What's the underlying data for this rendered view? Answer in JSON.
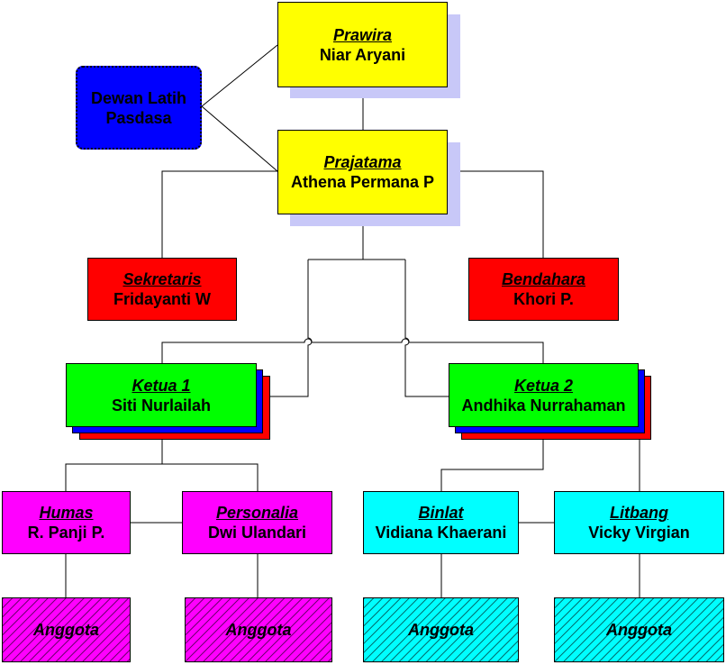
{
  "colors": {
    "yellow": "#ffff00",
    "red": "#ff0000",
    "green": "#00ff00",
    "magenta": "#ff00ff",
    "cyan": "#00ffff",
    "blue": "#0000ff",
    "shadow": "#c8c8f8"
  },
  "dewan": {
    "line1": "Dewan Latih",
    "line2": "Pasdasa"
  },
  "prawira": {
    "role": "Prawira",
    "name": "Niar Aryani"
  },
  "prajatama": {
    "role": "Prajatama",
    "name": "Athena Permana P"
  },
  "sekretaris": {
    "role": "Sekretaris",
    "name": "Fridayanti W"
  },
  "bendahara": {
    "role": "Bendahara",
    "name": "Khori P."
  },
  "ketua1": {
    "role": "Ketua 1",
    "name": "Siti Nurlailah"
  },
  "ketua2": {
    "role": "Ketua 2",
    "name": "Andhika Nurrahaman"
  },
  "humas": {
    "role": "Humas",
    "name": "R. Panji P."
  },
  "personalia": {
    "role": "Personalia",
    "name": "Dwi Ulandari"
  },
  "binlat": {
    "role": "Binlat",
    "name": "Vidiana Khaerani"
  },
  "litbang": {
    "role": "Litbang",
    "name": "Vicky Virgian"
  },
  "anggota": [
    "Anggota",
    "Anggota",
    "Anggota",
    "Anggota"
  ]
}
